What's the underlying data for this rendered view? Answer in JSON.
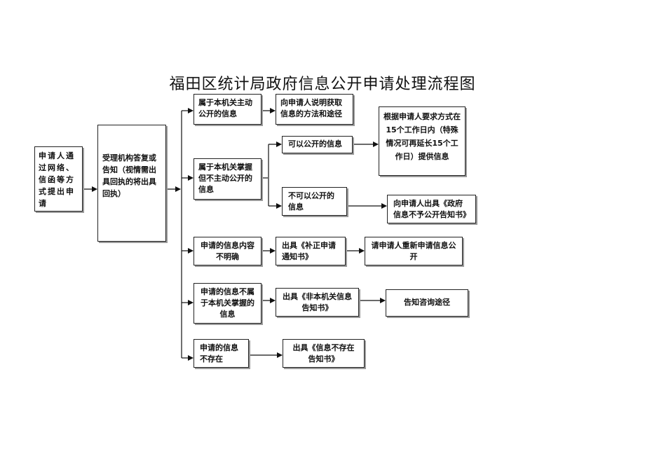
{
  "title": "福田区统计局政府信息公开申请处理流程图",
  "nodes": {
    "applicant": "申请人通过网络、信函等方式提出申请",
    "accept": "受理机构答复或告知（视情需出具回执的将出具回执）",
    "proactive": "属于本机关主动公开的信息",
    "explain_access": "向申请人说明获取信息的方法和途径",
    "held_not_proactive": "属于本机关掌握但不主动公开的信息",
    "can_disclose": "可以公开的信息",
    "provide_info": "根据申请人要求方式在15个工作日内（特殊情况可再延长15个工作日）提供信息",
    "cannot_disclose": "不可以公开的信息",
    "nondisclosure_notice": "向申请人出具《政府信息不予公开告知书》",
    "unclear_content": "申请的信息内容不明确",
    "correction_notice": "出具《补正申请通知书》",
    "reapply": "请申请人重新申请信息公开",
    "not_held": "申请的信息不属于本机关掌握的信息",
    "not_this_agency_notice": "出具《非本机关信息告知书》",
    "inform_channel": "告知咨询途径",
    "not_exist": "申请的信息不存在",
    "not_exist_notice": "出具《信息不存在告知书》"
  }
}
